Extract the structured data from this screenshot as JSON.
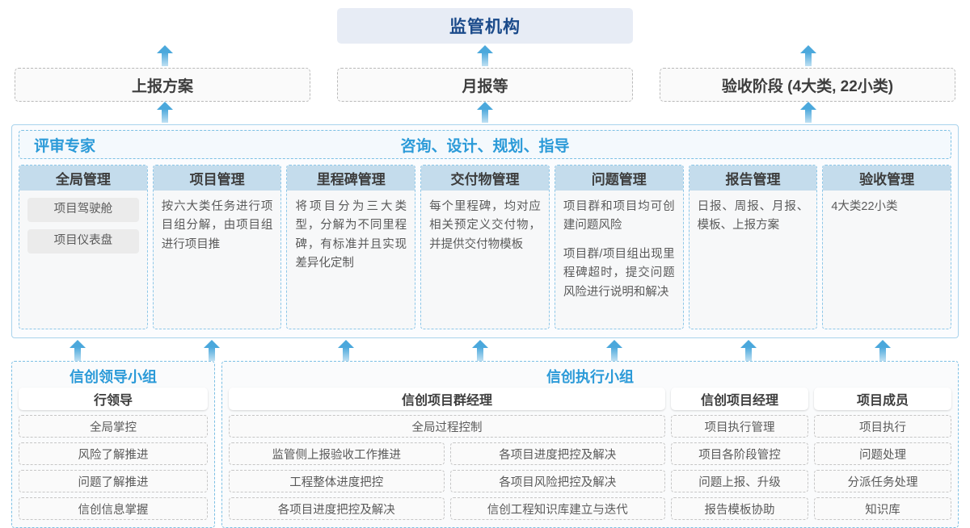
{
  "top": {
    "regulator": "监管机构",
    "reports": [
      "上报方案",
      "月报等",
      "验收阶段 (4大类, 22小类)"
    ]
  },
  "consulting": {
    "banner_left": "评审专家",
    "banner_center": "咨询、设计、规划、指导",
    "cards": [
      {
        "title": "全局管理",
        "chips": [
          "项目驾驶舱",
          "项目仪表盘"
        ],
        "paragraphs": []
      },
      {
        "title": "项目管理",
        "chips": [],
        "paragraphs": [
          "按六大类任务进行项目组分解，由项目组进行项目推"
        ]
      },
      {
        "title": "里程碑管理",
        "chips": [],
        "paragraphs": [
          "将项目分为三大类型，分解为不同里程碑，有标准并且实现差异化定制"
        ]
      },
      {
        "title": "交付物管理",
        "chips": [],
        "paragraphs": [
          "每个里程碑，均对应相关预定义交付物，并提供交付物模板"
        ]
      },
      {
        "title": "问题管理",
        "chips": [],
        "paragraphs": [
          "项目群和项目均可创建问题风险",
          "项目群/项目组出现里程碑超时，提交问题风险进行说明和解决"
        ]
      },
      {
        "title": "报告管理",
        "chips": [],
        "paragraphs": [
          "日报、周报、月报、模板、上报方案"
        ]
      },
      {
        "title": "验收管理",
        "chips": [],
        "paragraphs": [
          "4大类22小类"
        ]
      }
    ]
  },
  "bottom": {
    "leadership": {
      "title": "信创领导小组",
      "role": "行领导",
      "items": [
        "全局掌控",
        "风险了解推进",
        "问题了解推进",
        "信创信息掌握"
      ]
    },
    "execution": {
      "title": "信创执行小组",
      "program_manager": {
        "role": "信创项目群经理",
        "full_item": "全局过程控制",
        "left_items": [
          "监管侧上报验收工作推进",
          "工程整体进度把控",
          "各项目进度把控及解决"
        ],
        "right_items": [
          "各项目进度把控及解决",
          "各项目风险把控及解决",
          "信创工程知识库建立与迭代"
        ]
      },
      "project_manager": {
        "role": "信创项目经理",
        "items": [
          "项目执行管理",
          "项目各阶段管控",
          "问题上报、升级",
          "报告模板协助"
        ]
      },
      "member": {
        "role": "项目成员",
        "items": [
          "项目执行",
          "问题处理",
          "分派任务处理",
          "知识库"
        ]
      }
    }
  },
  "colors": {
    "accent_blue": "#2b9ad8",
    "title_navy": "#1a4a8a",
    "card_head": "#c4dcec",
    "regulator_bg": "#e7ecf5"
  }
}
